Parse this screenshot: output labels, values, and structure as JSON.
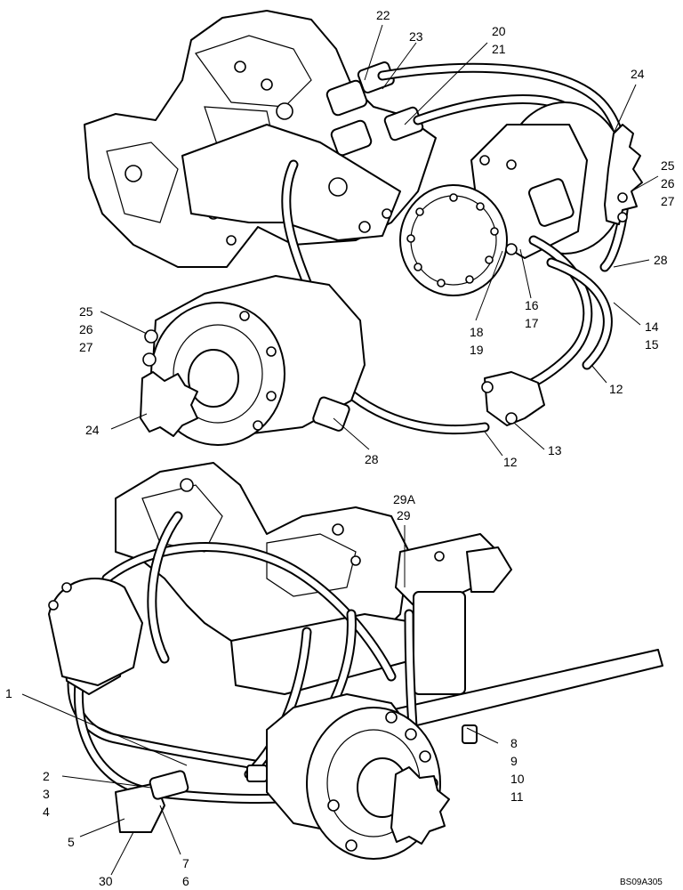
{
  "drawing_code": "BS09A305",
  "callouts": {
    "c22": "22",
    "c23": "23",
    "c20": "20",
    "c21": "21",
    "c24_top": "24",
    "c25_r": "25",
    "c26_r": "26",
    "c27_r": "27",
    "c28_r": "28",
    "c25_l": "25",
    "c26_l": "26",
    "c27_l": "27",
    "c24_l": "24",
    "c16": "16",
    "c17": "17",
    "c18": "18",
    "c19": "19",
    "c14": "14",
    "c15": "15",
    "c12_a": "12",
    "c13": "13",
    "c12_b": "12",
    "c28_b": "28",
    "c29a": "29A",
    "c29": "29",
    "c1": "1",
    "c8": "8",
    "c9": "9",
    "c10": "10",
    "c11": "11",
    "c2": "2",
    "c3": "3",
    "c4": "4",
    "c5": "5",
    "c7": "7",
    "c6": "6",
    "c30": "30"
  }
}
